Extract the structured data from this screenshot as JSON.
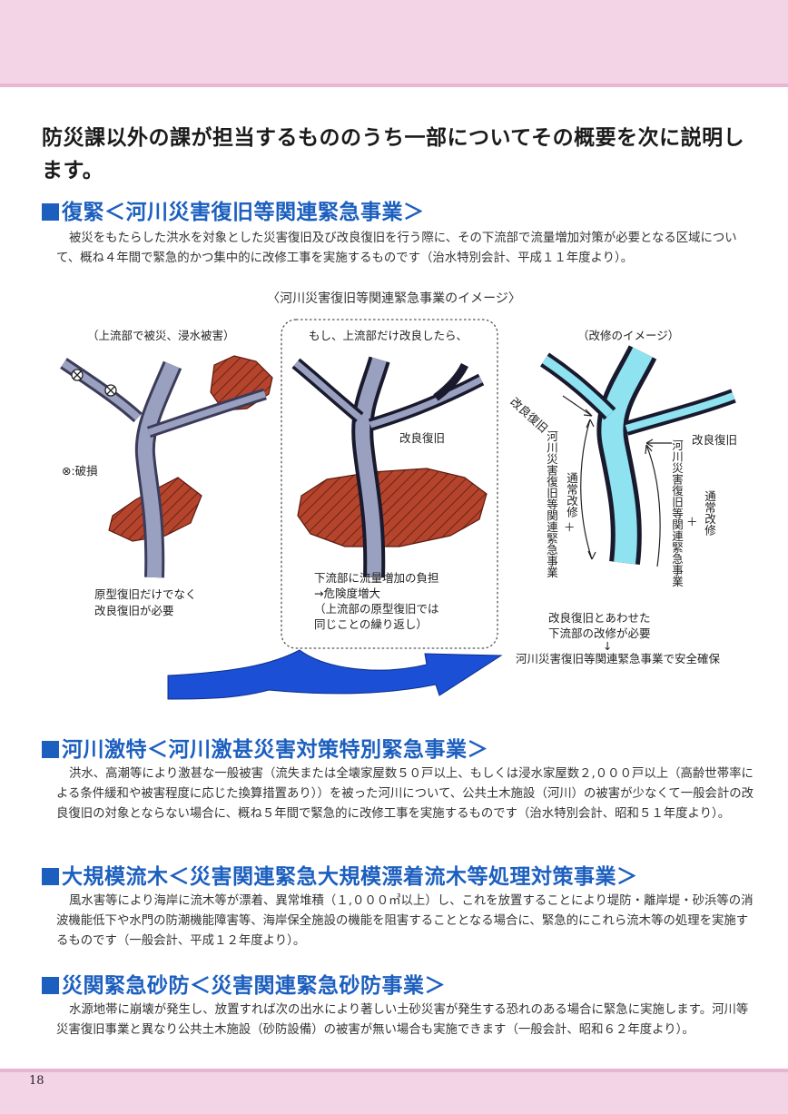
{
  "intro": "防災課以外の課が担当するもののうち一部についてその概要を次に説明します。",
  "sections": [
    {
      "heading": "復緊＜河川災害復旧等関連緊急事業＞",
      "body": "被災をもたらした洪水を対象とした災害復旧及び改良復旧を行う際に、その下流部で流量増加対策が必要となる区域について、概ね４年間で緊急的かつ集中的に改修工事を実施するものです（治水特別会計、平成１１年度より）。"
    },
    {
      "heading": "河川激特＜河川激甚災害対策特別緊急事業＞",
      "body": "洪水、高潮等により激甚な一般被害（流失または全壊家屋数５０戸以上、もしくは浸水家屋数２,０００戸以上（高齢世帯率による条件緩和や被害程度に応じた換算措置あり））を被った河川について、公共土木施設（河川）の被害が少なくて一般会計の改良復旧の対象とならない場合に、概ね５年間で緊急的に改修工事を実施するものです（治水特別会計、昭和５１年度より）。"
    },
    {
      "heading": "大規模流木＜災害関連緊急大規模漂着流木等処理対策事業＞",
      "body": "風水害等により海岸に流木等が漂着、異常堆積（１,０００㎥以上）し、これを放置することにより堤防・離岸堤・砂浜等の消波機能低下や水門の防潮機能障害等、海岸保全施設の機能を阻害することとなる場合に、緊急的にこれら流木等の処理を実施するものです（一般会計、平成１２年度より）。"
    },
    {
      "heading": "災関緊急砂防＜災害関連緊急砂防事業＞",
      "body": "水源地帯に崩壊が発生し、放置すれば次の出水により著しい土砂災害が発生する恐れのある場合に緊急に実施します。河川等災害復旧事業と異なり公共土木施設（砂防設備）の被害が無い場合も実施できます（一般会計、昭和６２年度より）。"
    }
  ],
  "figure": {
    "title": "〈河川災害復旧等関連緊急事業のイメージ〉",
    "panel1": {
      "caption": "（上流部で被災、浸水被害）",
      "legend": "⊗:破損",
      "note_line1": "原型復旧だけでなく",
      "note_line2": "改良復旧が必要"
    },
    "panel2": {
      "caption": "もし、上流部だけ改良したら、",
      "label": "改良復旧",
      "note_line1": "下流部に流量増加の負担",
      "note_line2": "→危険度増大",
      "note_line3": "（上流部の原型復旧では",
      "note_line4": "同じことの繰り返し）"
    },
    "panel3": {
      "caption": "（改修のイメージ）",
      "left_top": "改良復旧",
      "right_top": "改良復旧",
      "left_vert_a": "河川災害復旧等関連緊急事業",
      "left_plus": "＋",
      "left_vert_b": "通常改修",
      "right_vert_a": "河川災害復旧等関連緊急事業",
      "right_plus": "＋",
      "right_vert_b": "通常改修",
      "note_line1": "改良復旧とあわせた",
      "note_line2": "下流部の改修が必要",
      "note_arrow": "↓",
      "note_line3": "河川災害復旧等関連緊急事業で安全確保"
    }
  },
  "page_number": "18",
  "colors": {
    "heading_blue": "#1c5fbf",
    "band_pink": "#f3d3e6",
    "river_gray": "#9aa0bf",
    "river_cyan": "#8fe3f0",
    "flood_red": "#b4442c",
    "arrow_blue": "#1a4fd6"
  }
}
